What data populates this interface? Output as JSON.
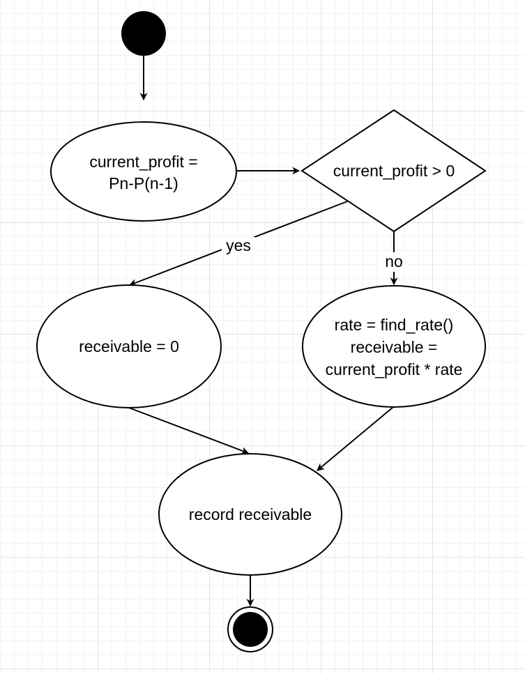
{
  "diagram": {
    "nodes": {
      "start": {
        "kind": "initial-node"
      },
      "compute_profit": {
        "lines": [
          "current_profit =",
          "Pn-P(n-1)"
        ]
      },
      "profit_check": {
        "label": "current_profit > 0"
      },
      "zero_receivable": {
        "label": "receivable = 0"
      },
      "rate_receivable": {
        "lines": [
          "rate = find_rate()",
          "receivable =",
          "current_profit * rate"
        ]
      },
      "record": {
        "label": "record receivable"
      },
      "end": {
        "kind": "final-node"
      }
    },
    "edges": {
      "yes_label": "yes",
      "no_label": "no"
    }
  }
}
